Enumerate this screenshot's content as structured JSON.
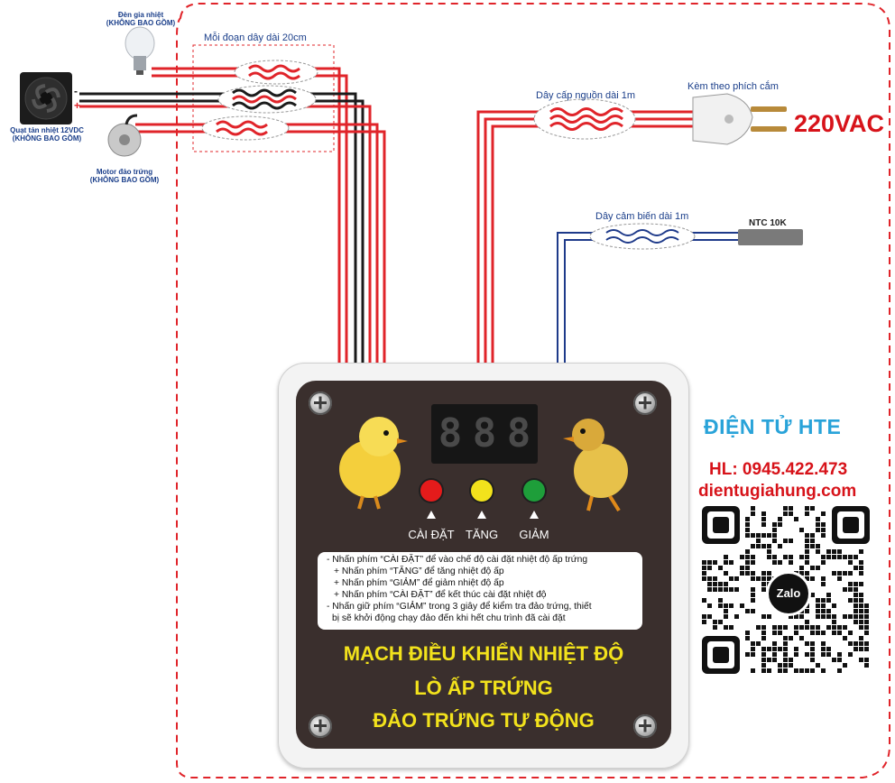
{
  "components": {
    "lamp_label": "Đèn gia nhiệt",
    "lamp_note": "(KHÔNG BAO GỒM)",
    "fan_label": "Quạt tản nhiệt 12VDC",
    "fan_note": "(KHÔNG BAO GỒM)",
    "motor_label": "Motor đảo trứng",
    "motor_note": "(KHÔNG BAO GỒM)",
    "fan_minus": "-",
    "fan_plus": "+"
  },
  "wires": {
    "segment_label": "Mỗi đoạn dây dài 20cm",
    "power_cable_label": "Dây cấp nguồn dài 1m",
    "plug_label": "Kèm theo phích cắm",
    "voltage": "220VAC",
    "sensor_cable_label": "Dây cảm biến dài 1m",
    "sensor_name": "NTC 10K",
    "colors": {
      "red": "#e0242a",
      "black": "#1b1b1b",
      "blue": "#1e3a8a",
      "border": "#e0242a"
    }
  },
  "panel": {
    "display_text": [
      "8",
      "8",
      "8"
    ],
    "buttons": [
      {
        "label": "CÀI ĐẶT",
        "color": "#e41b1b"
      },
      {
        "label": "TĂNG",
        "color": "#f2e21c"
      },
      {
        "label": "GIẢM",
        "color": "#1e9e3a"
      }
    ],
    "instructions": [
      "- Nhấn phím “CÀI ĐẶT” để vào chế độ cài đặt nhiệt độ ấp trứng",
      "+ Nhấn phím “TĂNG” để tăng nhiệt độ ấp",
      "+ Nhấn phím “GIẢM” để giảm nhiệt độ ấp",
      "+ Nhấn phím “CÀI ĐẶT” để kết thúc cài đặt nhiệt độ",
      "- Nhấn giữ phím “GIẢM” trong 3 giây để kiểm tra đảo trứng, thiết",
      "bị sẽ khởi động chạy đảo đến khi hết chu trình đã cài đặt"
    ],
    "title_lines": [
      "MẠCH ĐIỀU KHIỂN NHIỆT ĐỘ",
      "LÒ ẤP TRỨNG",
      "ĐẢO TRỨNG TỰ ĐỘNG"
    ]
  },
  "brand": {
    "name": "ĐIỆN TỬ HTE",
    "hotline": "HL: 0945.422.473",
    "website": "dientugiahung.com",
    "qr_badge": "Zalo"
  }
}
